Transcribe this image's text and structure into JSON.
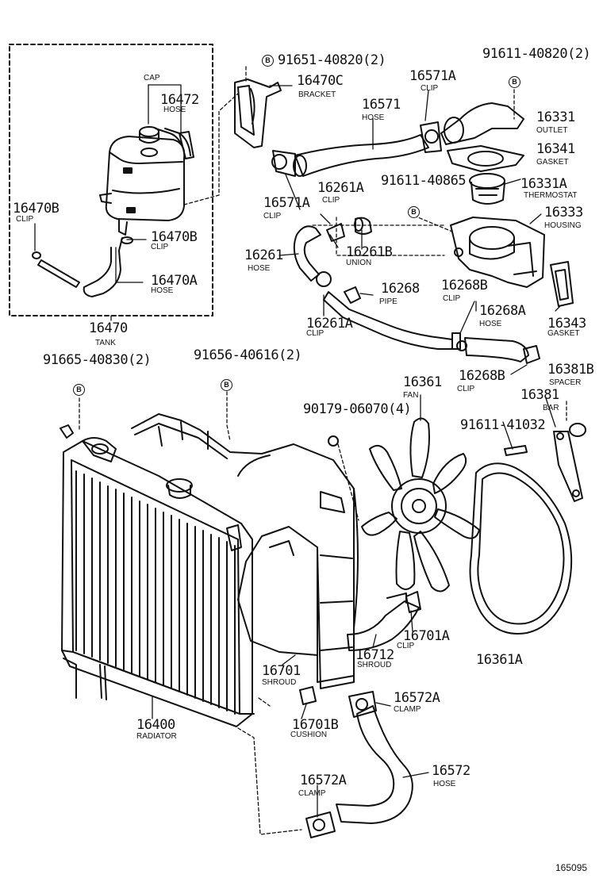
{
  "marker": "B",
  "labels": {
    "p16470": "16470",
    "p16470_name": "TANK",
    "cap": "CAP",
    "p16472": "16472",
    "p16472_name": "HOSE",
    "p16470B_l": "16470B",
    "p16470B_l_name": "CLIP",
    "p16470B_r": "16470B",
    "p16470B_r_name": "CLIP",
    "p16470A": "16470A",
    "p16470A_name": "HOSE",
    "p16470C": "16470C",
    "p16470C_name": "BRACKET",
    "b_91651": "91651-40820(2)",
    "p16571A_t": "16571A",
    "p16571A_t_name": "CLIP",
    "p16571": "16571",
    "p16571_name": "HOSE",
    "p16571A_b": "16571A",
    "p16571A_b_name": "CLIP",
    "b_91611_t": "91611-40820(2)",
    "p16331": "16331",
    "p16331_name": "OUTLET",
    "p16341": "16341",
    "p16341_name": "GASKET",
    "p16261A_t": "16261A",
    "p16261A_t_name": "CLIP",
    "b_91611_m": "91611-40865",
    "p16331A": "16331A",
    "p16331A_name": "THERMOSTAT",
    "p16333": "16333",
    "p16333_name": "HOUSING",
    "p16261": "16261",
    "p16261_name": "HOSE",
    "p16261B": "16261B",
    "p16261B_name": "UNION",
    "p16268": "16268",
    "p16268_name": "PIPE",
    "p16268B_t": "16268B",
    "p16268B_t_name": "CLIP",
    "p16268A": "16268A",
    "p16268A_name": "HOSE",
    "p16343": "16343",
    "p16343_name": "GASKET",
    "p16261A_b": "16261A",
    "p16261A_b_name": "CLIP",
    "b_91665": "91665-40830(2)",
    "b_91656": "91656-40616(2)",
    "p16361": "16361",
    "p16361_name": "FAN",
    "p16268B_b": "16268B",
    "p16268B_b_name": "CLIP",
    "p16381B": "16381B",
    "p16381B_name": "SPACER",
    "p16381": "16381",
    "p16381_name": "BAR",
    "b_90179": "90179-06070(4)",
    "b_91611_b": "91611-41032",
    "p16701A": "16701A",
    "p16701A_name": "CLIP",
    "p16712": "16712",
    "p16712_name": "SHROUD",
    "p16361A": "16361A",
    "p16701": "16701",
    "p16701_name": "SHROUD",
    "p16572A_t": "16572A",
    "p16572A_t_name": "CLAMP",
    "p16400": "16400",
    "p16400_name": "RADIATOR",
    "p16701B": "16701B",
    "p16701B_name": "CUSHION",
    "p16572A_b": "16572A",
    "p16572A_b_name": "CLAMP",
    "p16572": "16572",
    "p16572_name": "HOSE",
    "figure_no": "165095"
  }
}
